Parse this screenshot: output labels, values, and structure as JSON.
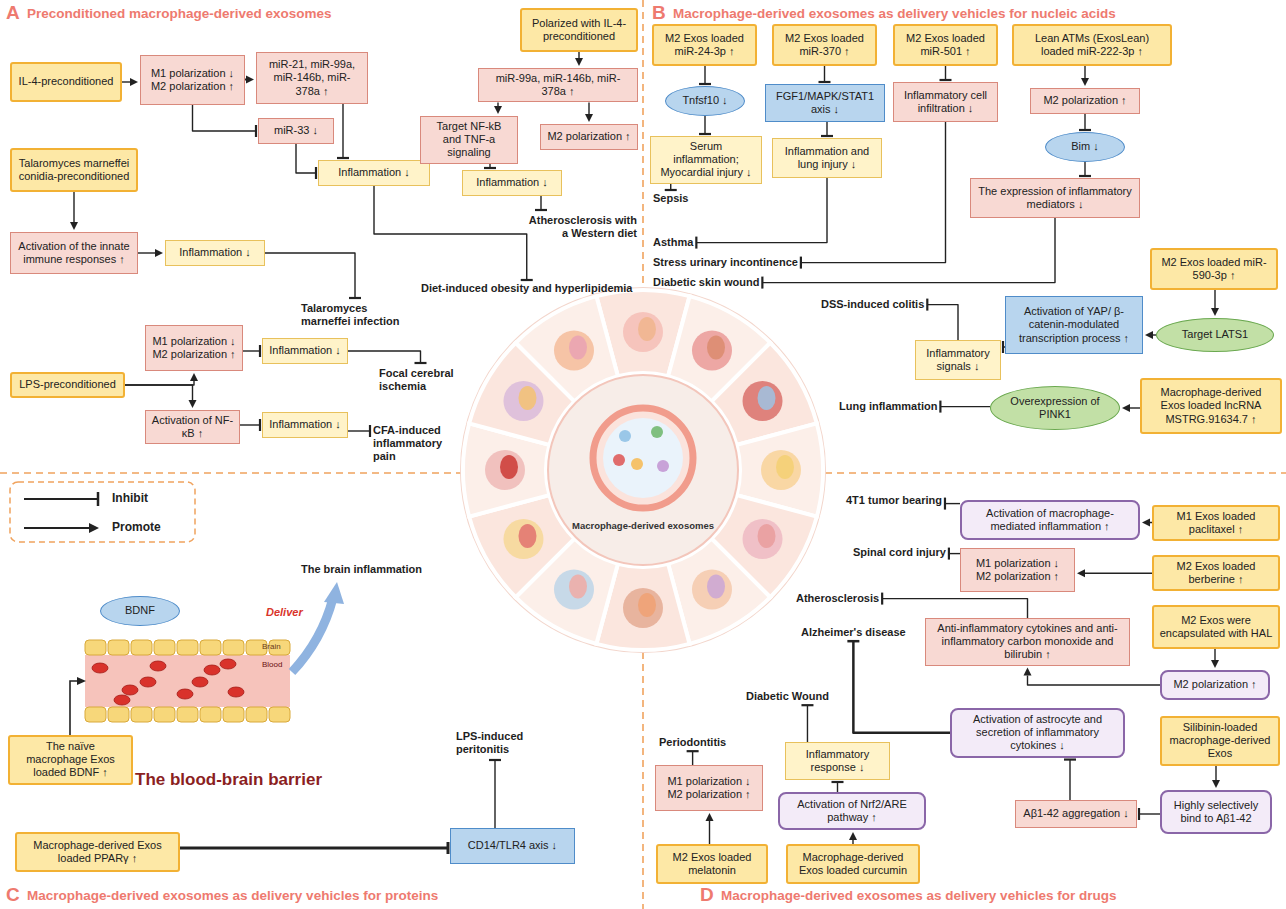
{
  "diagram": {
    "nodes": [
      {
        "text": [
          "IL-4-preconditioned"
        ]
      },
      {
        "text": [
          "M1 polarization ↓",
          "M2 polarization ↑"
        ]
      },
      {
        "text": [
          "miR-21, miR-99a, miR-146b, miR-378a ↑"
        ]
      },
      {
        "text": [
          "miR-33 ↓"
        ]
      },
      {
        "text": [
          "Inflammation ↓"
        ]
      },
      {
        "text": [
          "Diet-induced obesity and hyperlipidemia"
        ]
      },
      {
        "text": [
          "Polarized with IL-4-preconditioned"
        ]
      },
      {
        "text": [
          "miR-99a, miR-146b, miR-378a ↑"
        ]
      },
      {
        "text": [
          "Target NF-kB and TNF-a signaling"
        ]
      },
      {
        "text": [
          "M2 polarization ↑"
        ]
      },
      {
        "text": [
          "Inflammation ↓"
        ]
      },
      {
        "text": [
          "Atherosclerosis with a Western diet"
        ]
      },
      {
        "text": [
          "Talaromyces marneffei conidia-preconditioned"
        ]
      },
      {
        "text": [
          "Activation of the innate immune responses ↑"
        ]
      },
      {
        "text": [
          "Inflammation ↓"
        ]
      },
      {
        "text": [
          "Talaromyces marneffei infection"
        ]
      },
      {
        "text": [
          "LPS-preconditioned"
        ]
      },
      {
        "text": [
          "M1 polarization ↓",
          "M2 polarization ↑"
        ]
      },
      {
        "text": [
          "Inflammation ↓"
        ]
      },
      {
        "text": [
          "Focal cerebral ischemia"
        ]
      },
      {
        "text": [
          "Activation of NF-κB ↑"
        ]
      },
      {
        "text": [
          "Inflammation ↓"
        ]
      },
      {
        "text": [
          "CFA-induced inflammatory pain"
        ]
      },
      {
        "text": [
          "M2 Exos loaded miR-24-3p ↑"
        ]
      },
      {
        "text": [
          "Tnfsf10 ↓"
        ]
      },
      {
        "text": [
          "Serum inflammation; Myocardial injury ↓"
        ]
      },
      {
        "text": [
          "Sepsis"
        ]
      },
      {
        "text": [
          "M2 Exos loaded miR-370 ↑"
        ]
      },
      {
        "text": [
          "FGF1/MAPK/STAT1 axis ↓"
        ]
      },
      {
        "text": [
          "Inflammation and lung injury ↓"
        ]
      },
      {
        "text": [
          "Asthma"
        ]
      },
      {
        "text": [
          "M2 Exos loaded miR-501 ↑"
        ]
      },
      {
        "text": [
          "Inflammatory cell infiltration ↓"
        ]
      },
      {
        "text": [
          "Stress urinary incontinence"
        ]
      },
      {
        "text": [
          "Lean ATMs (ExosLean) loaded miR-222-3p ↑"
        ]
      },
      {
        "text": [
          "M2 polarization ↑"
        ]
      },
      {
        "text": [
          "Bim ↓"
        ]
      },
      {
        "text": [
          "The expression of inflammatory mediators ↓"
        ]
      },
      {
        "text": [
          "Diabetic skin wound"
        ]
      },
      {
        "text": [
          "M2 Exos loaded miR-590-3p ↑"
        ]
      },
      {
        "text": [
          "Target LATS1"
        ]
      },
      {
        "text": [
          "Activation of YAP/ β-catenin-modulated transcription process ↑"
        ]
      },
      {
        "text": [
          "Inflammatory signals ↓"
        ]
      },
      {
        "text": [
          "DSS-induced colitis"
        ]
      },
      {
        "text": [
          "Macrophage-derived Exos loaded lncRNA MSTRG.91634.7 ↑"
        ]
      },
      {
        "text": [
          "Overexpression of PINK1"
        ]
      },
      {
        "text": [
          "Lung inflammation"
        ]
      },
      {
        "text": [
          "BDNF"
        ]
      },
      {
        "text": [
          "The brain inflammation"
        ]
      },
      {
        "text": [
          "The naïve macrophage Exos loaded BDNF ↑"
        ]
      },
      {
        "text": [
          "Macrophage-derived Exos loaded PPARγ ↑"
        ]
      },
      {
        "text": [
          "CD14/TLR4 axis ↓"
        ]
      },
      {
        "text": [
          "LPS-induced peritonitis"
        ]
      },
      {
        "text": [
          "M1 Exos loaded paclitaxel ↑"
        ]
      },
      {
        "text": [
          "Activation of macrophage-mediated inflammation ↑"
        ]
      },
      {
        "text": [
          "4T1 tumor bearing"
        ]
      },
      {
        "text": [
          "M2 Exos loaded berberine ↑"
        ]
      },
      {
        "text": [
          "M1 polarization ↓",
          "M2 polarization ↑"
        ]
      },
      {
        "text": [
          "Spinal cord injury"
        ]
      },
      {
        "text": [
          "M2 Exos were encapsulated with HAL"
        ]
      },
      {
        "text": [
          "Anti-inflammatory cytokines and anti-inflammatory carbon monoxide and bilirubin ↑"
        ]
      },
      {
        "text": [
          "M2 polarization ↑"
        ]
      },
      {
        "text": [
          "Atherosclerosis"
        ]
      },
      {
        "text": [
          "Alzheimer's disease"
        ]
      },
      {
        "text": [
          "Activation of astrocyte and secretion of inflammatory cytokines ↓"
        ]
      },
      {
        "text": [
          "Silibinin-loaded macrophage-derived Exos"
        ]
      },
      {
        "text": [
          "Highly selectively bind to Aβ1-42"
        ]
      },
      {
        "text": [
          "Aβ1-42 aggregation ↓"
        ]
      },
      {
        "text": [
          "Diabetic Wound"
        ]
      },
      {
        "text": [
          "Inflammatory response ↓"
        ]
      },
      {
        "text": [
          "Activation of Nrf2/ARE pathway ↑"
        ]
      },
      {
        "text": [
          "Macrophage-derived Exos loaded curcumin"
        ]
      },
      {
        "text": [
          "Periodontitis"
        ]
      },
      {
        "text": [
          "M1 polarization ↓",
          "M2 polarization ↑"
        ]
      },
      {
        "text": [
          "M2 Exos loaded melatonin"
        ]
      }
    ],
    "edges": [
      {
        "from": 0,
        "to": 1,
        "arrow": "to"
      },
      {
        "from": 1,
        "to": 2,
        "arrow": "to"
      },
      {
        "from": 1,
        "to": 3,
        "arrow": "to"
      },
      {
        "from": 2,
        "to": 4,
        "arrow": "to"
      },
      {
        "from": 3,
        "to": 4,
        "arrow": "to"
      },
      {
        "from": 4,
        "to": 5,
        "arrow": "to"
      },
      {
        "from": 6,
        "to": 7,
        "arrow": "to"
      },
      {
        "from": 7,
        "to": 8,
        "arrow": "to"
      },
      {
        "from": 7,
        "to": 9,
        "arrow": "to"
      },
      {
        "from": 8,
        "to": 10,
        "arrow": "to"
      },
      {
        "from": 10,
        "to": 11,
        "arrow": "to"
      },
      {
        "from": 12,
        "to": 13,
        "arrow": "to"
      },
      {
        "from": 13,
        "to": 14,
        "arrow": "to"
      },
      {
        "from": 14,
        "to": 15,
        "arrow": "to"
      },
      {
        "from": 16,
        "to": 17,
        "arrow": "to"
      },
      {
        "from": 16,
        "to": 20,
        "arrow": "to"
      },
      {
        "from": 17,
        "to": 18,
        "arrow": "to"
      },
      {
        "from": 20,
        "to": 21,
        "arrow": "to"
      },
      {
        "from": 18,
        "to": 19,
        "arrow": "to"
      },
      {
        "from": 21,
        "to": 22,
        "arrow": "to"
      },
      {
        "from": 23,
        "to": 24,
        "arrow": "to"
      },
      {
        "from": 24,
        "to": 25,
        "arrow": "to"
      },
      {
        "from": 25,
        "to": 26,
        "arrow": "to"
      },
      {
        "from": 27,
        "to": 28,
        "arrow": "to"
      },
      {
        "from": 28,
        "to": 29,
        "arrow": "to"
      },
      {
        "from": 29,
        "to": 30,
        "arrow": "to"
      },
      {
        "from": 31,
        "to": 32,
        "arrow": "to"
      },
      {
        "from": 32,
        "to": 33,
        "arrow": "to"
      },
      {
        "from": 34,
        "to": 35,
        "arrow": "to"
      },
      {
        "from": 35,
        "to": 36,
        "arrow": "to"
      },
      {
        "from": 36,
        "to": 37,
        "arrow": "to"
      },
      {
        "from": 37,
        "to": 38,
        "arrow": "to"
      },
      {
        "from": 39,
        "to": 40,
        "arrow": "to"
      },
      {
        "from": 40,
        "to": 41,
        "arrow": "to"
      },
      {
        "from": 41,
        "to": 42,
        "arrow": "to"
      },
      {
        "from": 42,
        "to": 43,
        "arrow": "to"
      },
      {
        "from": 44,
        "to": 45,
        "arrow": "to"
      },
      {
        "from": 45,
        "to": 46,
        "arrow": "to"
      },
      {
        "from": 50,
        "to": 51,
        "arrow": "to"
      },
      {
        "from": 51,
        "to": 52,
        "arrow": "to"
      },
      {
        "from": 53,
        "to": 54,
        "arrow": "to"
      },
      {
        "from": 54,
        "to": 55,
        "arrow": "to"
      },
      {
        "from": 56,
        "to": 57,
        "arrow": "to"
      },
      {
        "from": 57,
        "to": 58,
        "arrow": "to"
      },
      {
        "from": 59,
        "to": 61,
        "arrow": "to"
      },
      {
        "from": 61,
        "to": 60,
        "arrow": "to"
      },
      {
        "from": 60,
        "to": 62,
        "arrow": "to"
      },
      {
        "from": 65,
        "to": 66,
        "arrow": "to"
      },
      {
        "from": 66,
        "to": 67,
        "arrow": "to"
      },
      {
        "from": 67,
        "to": 64,
        "arrow": "to"
      },
      {
        "from": 64,
        "to": 63,
        "arrow": "to"
      },
      {
        "from": 71,
        "to": 70,
        "arrow": "to"
      },
      {
        "from": 70,
        "to": 69,
        "arrow": "to"
      },
      {
        "from": 69,
        "to": 68,
        "arrow": "to"
      },
      {
        "from": 74,
        "to": 73,
        "arrow": "to"
      },
      {
        "from": 73,
        "to": 72,
        "arrow": "to"
      }
    ],
    "labels": [
      "A",
      "Preconditioned macrophage-derived exosomes",
      "B",
      "Macrophage-derived exosomes as delivery vehicles for nucleic acids",
      "C",
      "Macrophage-derived exosomes as delivery vehicles for proteins",
      "D",
      "Macrophage-derived exosomes as delivery vehicles for drugs",
      "Macrophage-derived exosomes",
      "Brain",
      "Blood",
      "The blood-brain barrier",
      "Deliver"
    ],
    "legend": [
      {
        "text": "Inhibit"
      },
      {
        "text": "Promote"
      }
    ]
  }
}
